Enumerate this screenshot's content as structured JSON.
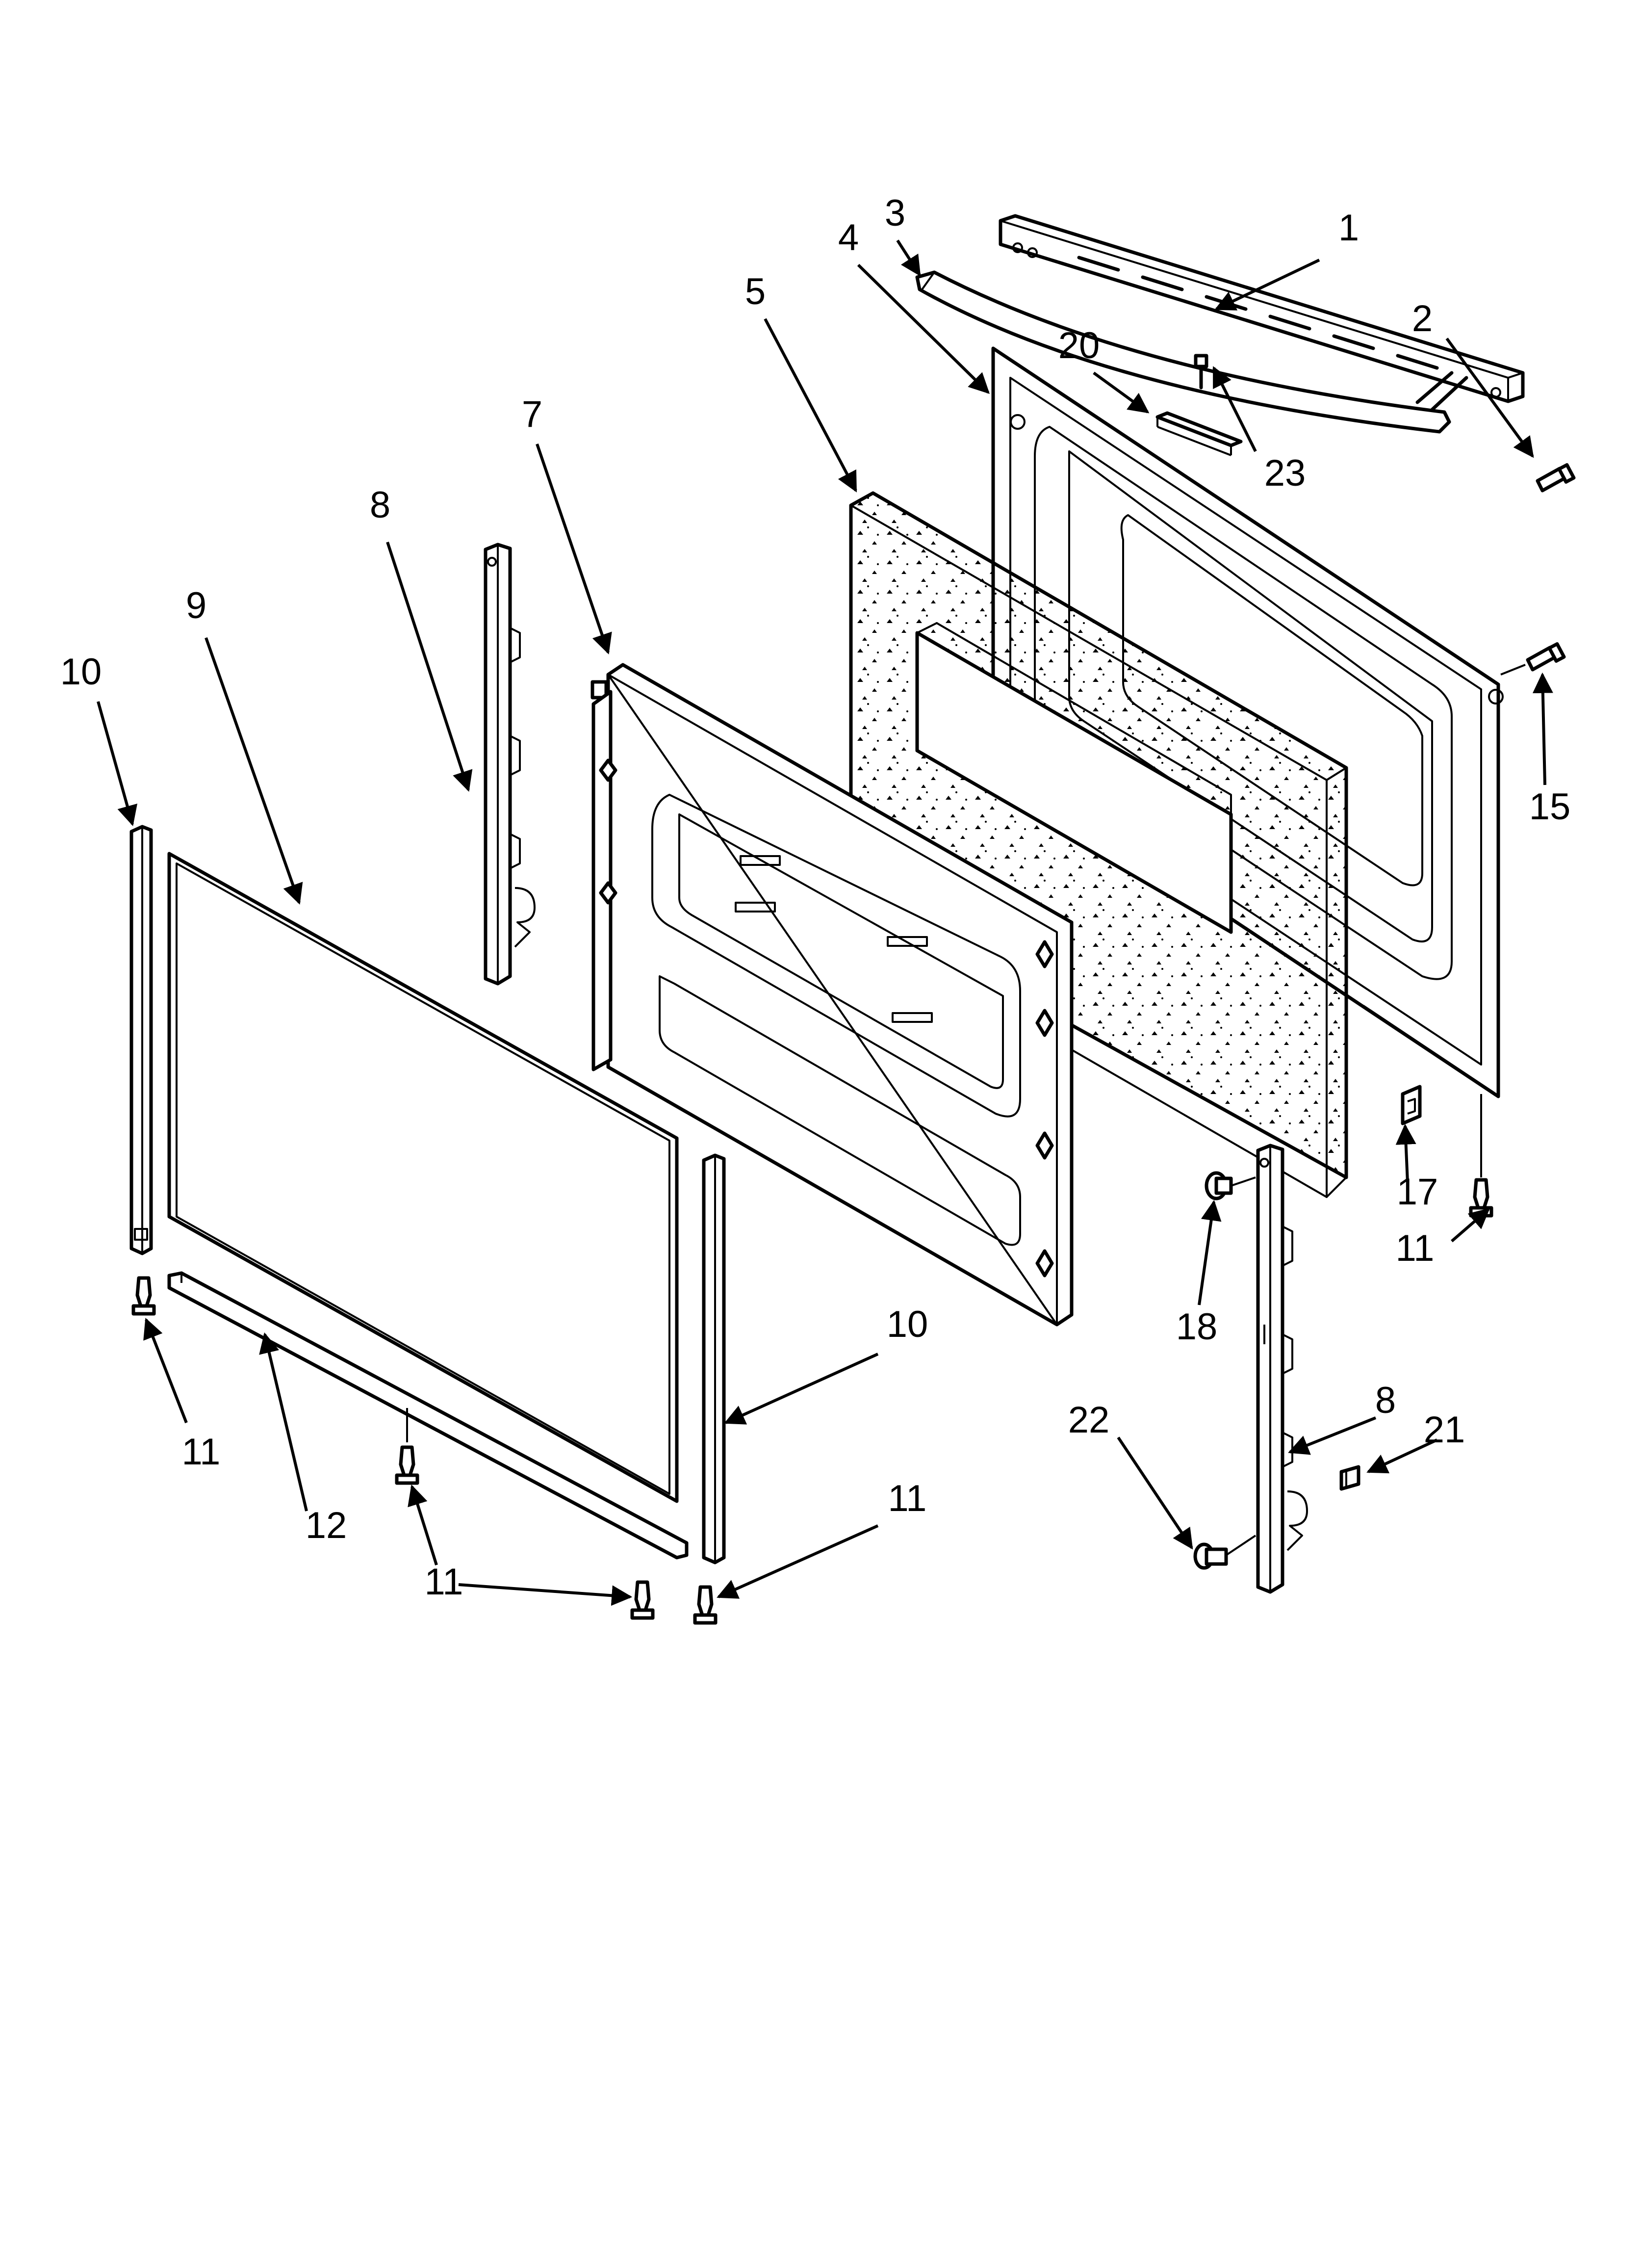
{
  "callouts": [
    {
      "id": "c1",
      "text": "1"
    },
    {
      "id": "c2",
      "text": "2"
    },
    {
      "id": "c3",
      "text": "3"
    },
    {
      "id": "c4",
      "text": "4"
    },
    {
      "id": "c5",
      "text": "5"
    },
    {
      "id": "c7",
      "text": "7"
    },
    {
      "id": "c8a",
      "text": "8"
    },
    {
      "id": "c8b",
      "text": "8"
    },
    {
      "id": "c9",
      "text": "9"
    },
    {
      "id": "c10a",
      "text": "10"
    },
    {
      "id": "c10b",
      "text": "10"
    },
    {
      "id": "c11a",
      "text": "11"
    },
    {
      "id": "c11b",
      "text": "11"
    },
    {
      "id": "c11c",
      "text": "11"
    },
    {
      "id": "c11d",
      "text": "11"
    },
    {
      "id": "c12",
      "text": "12"
    },
    {
      "id": "c15",
      "text": "15"
    },
    {
      "id": "c17",
      "text": "17"
    },
    {
      "id": "c18",
      "text": "18"
    },
    {
      "id": "c20",
      "text": "20"
    },
    {
      "id": "c21",
      "text": "21"
    },
    {
      "id": "c22",
      "text": "22"
    },
    {
      "id": "c23",
      "text": "23"
    }
  ],
  "colors": {
    "line": "#000000",
    "paper": "#ffffff"
  }
}
